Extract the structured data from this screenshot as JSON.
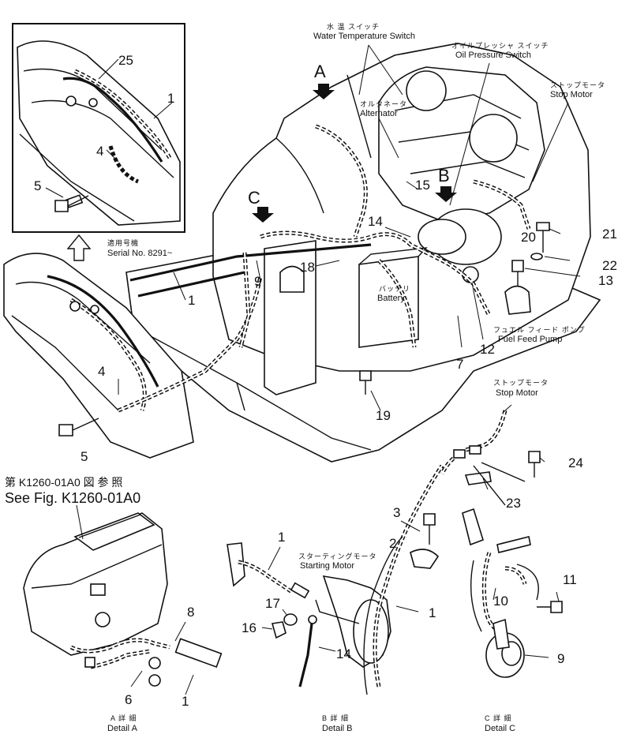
{
  "labels": {
    "water_temp_jp": "水 温 スイッチ",
    "water_temp_en": "Water Temperature Switch",
    "oil_pressure_jp": "オイルプレッシャ スイッチ",
    "oil_pressure_en": "Oil Pressure Switch",
    "stop_motor_jp": "ストップモータ",
    "stop_motor_en": "Stop Motor",
    "alternator_jp": "オルタネータ",
    "alternator_en": "Alternator",
    "battery_jp": "バッテリ",
    "battery_en": "Battery",
    "fuel_pump_jp": "フュエル フィード ポンプ",
    "fuel_pump_en": "Fuel Feed Pump",
    "stop_motor2_jp": "ストップモータ",
    "stop_motor2_en": "Stop Motor",
    "serial_jp": "適用号機",
    "serial_en": "Serial No. 8291~",
    "see_fig_jp": "第 K1260-01A0 図 参 照",
    "see_fig_en": "See Fig. K1260-01A0",
    "starting_motor_jp": "スターティングモータ",
    "starting_motor_en": "Starting Motor",
    "detail_a_jp": "A 詳 細",
    "detail_a_en": "Detail A",
    "detail_b_jp": "B 詳 細",
    "detail_b_en": "Detail B",
    "detail_c_jp": "C 詳 細",
    "detail_c_en": "Detail C"
  },
  "view_letters": {
    "a": "A",
    "b": "B",
    "c": "C"
  },
  "parts": {
    "p25": "25",
    "p1_inset": "1",
    "p4_inset": "4",
    "p5_inset": "5",
    "p15": "15",
    "p14_main": "14",
    "p18": "18",
    "p9_main": "9",
    "p1_main": "1",
    "p4_main": "4",
    "p5_main": "5",
    "p20": "20",
    "p21": "21",
    "p22": "22",
    "p13": "13",
    "p12": "12",
    "p7": "7",
    "p19": "19",
    "p8": "8",
    "p6": "6",
    "p1_a": "1",
    "p1_b": "1",
    "p17": "17",
    "p16": "16",
    "p14_b": "14",
    "p3": "3",
    "p2": "2",
    "p1_b2": "1",
    "p24": "24",
    "p23": "23",
    "p11": "11",
    "p10": "10",
    "p9_c": "9"
  }
}
